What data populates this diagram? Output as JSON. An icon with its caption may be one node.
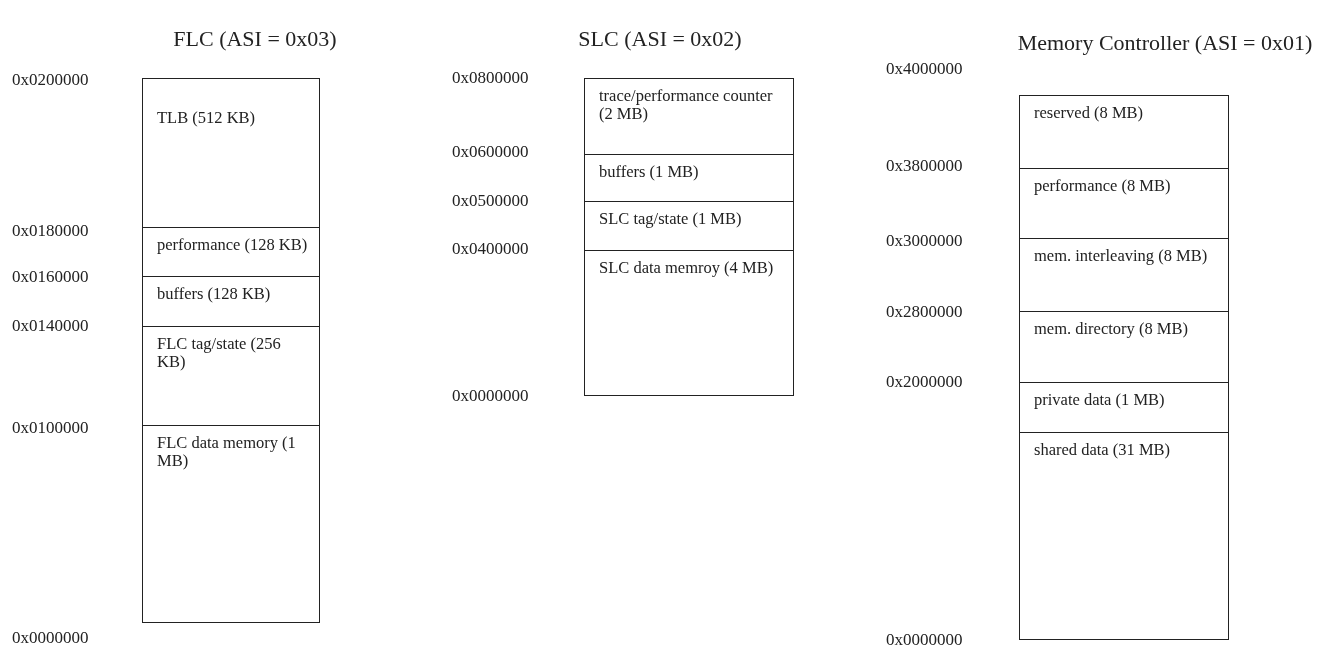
{
  "diagram": {
    "nodes": [
      {
        "text": [
          "FLC (ASI = 0x03)"
        ]
      },
      {
        "text": [
          "TLB (512 KB)"
        ],
        "in": 0
      },
      {
        "text": [
          "performance (128 KB)"
        ],
        "in": 0
      },
      {
        "text": [
          "buffers (128 KB)"
        ],
        "in": 0
      },
      {
        "text": [
          "FLC tag/state (256 KB)"
        ],
        "in": 0
      },
      {
        "text": [
          "FLC data memory (1 MB)"
        ],
        "in": 0
      },
      {
        "text": [
          "SLC (ASI = 0x02)"
        ]
      },
      {
        "text": [
          "trace/performance counter (2 MB)"
        ],
        "in": 6
      },
      {
        "text": [
          "buffers (1 MB)"
        ],
        "in": 6
      },
      {
        "text": [
          "SLC tag/state (1 MB)"
        ],
        "in": 6
      },
      {
        "text": [
          "SLC data memroy (4 MB)"
        ],
        "in": 6
      },
      {
        "text": [
          "Memory Controller (ASI = 0x01)"
        ]
      },
      {
        "text": [
          "reserved (8 MB)"
        ],
        "in": 11
      },
      {
        "text": [
          "performance (8 MB)"
        ],
        "in": 11
      },
      {
        "text": [
          "mem. interleaving (8 MB)"
        ],
        "in": 11
      },
      {
        "text": [
          "mem. directory (8 MB)"
        ],
        "in": 11
      },
      {
        "text": [
          "private data (1 MB)"
        ],
        "in": 11
      },
      {
        "text": [
          "shared data (31 MB)"
        ],
        "in": 11
      }
    ],
    "edges": [],
    "labels": [
      "0x0200000",
      "0x0180000",
      "0x0160000",
      "0x0140000",
      "0x0100000",
      "0x0000000",
      "0x0800000",
      "0x0600000",
      "0x0500000",
      "0x0400000",
      "0x0000000",
      "0x4000000",
      "0x3800000",
      "0x3000000",
      "0x2800000",
      "0x2000000",
      "0x0000000"
    ]
  }
}
